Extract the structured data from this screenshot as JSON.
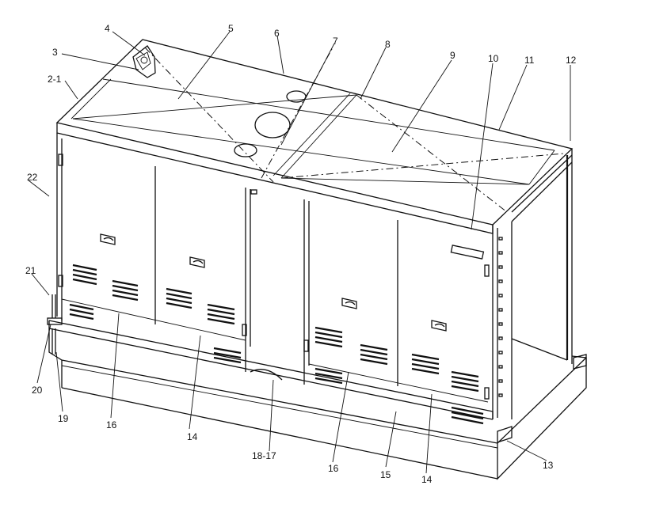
{
  "diagram": {
    "labels": [
      {
        "id": "label-2-1",
        "text": "2-1"
      },
      {
        "id": "label-3",
        "text": "3"
      },
      {
        "id": "label-4",
        "text": "4"
      },
      {
        "id": "label-5",
        "text": "5"
      },
      {
        "id": "label-6",
        "text": "6"
      },
      {
        "id": "label-7",
        "text": "7"
      },
      {
        "id": "label-8",
        "text": "8"
      },
      {
        "id": "label-9",
        "text": "9"
      },
      {
        "id": "label-10",
        "text": "10"
      },
      {
        "id": "label-11",
        "text": "11"
      },
      {
        "id": "label-12",
        "text": "12"
      },
      {
        "id": "label-13",
        "text": "13"
      },
      {
        "id": "label-14a",
        "text": "14"
      },
      {
        "id": "label-14b",
        "text": "14"
      },
      {
        "id": "label-15",
        "text": "15"
      },
      {
        "id": "label-16a",
        "text": "16"
      },
      {
        "id": "label-16b",
        "text": "16"
      },
      {
        "id": "label-18-17",
        "text": "18-17"
      },
      {
        "id": "label-19",
        "text": "19"
      },
      {
        "id": "label-20",
        "text": "20"
      },
      {
        "id": "label-21",
        "text": "21"
      },
      {
        "id": "label-22",
        "text": "22"
      }
    ]
  }
}
